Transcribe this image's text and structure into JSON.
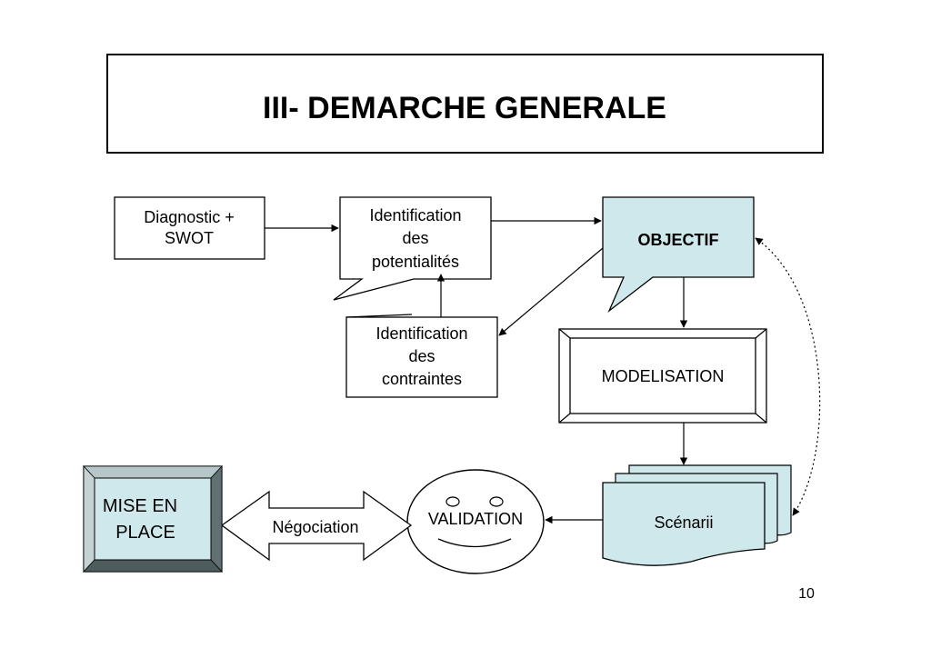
{
  "title": "III- DEMARCHE GENERALE",
  "page_number": "10",
  "colors": {
    "teal_fill": "#cfe8ec",
    "gray_fill": "#8a9a9c",
    "stroke": "#000000",
    "background": "#ffffff"
  },
  "nodes": {
    "diagnostic": {
      "lines": [
        "Diagnostic +",
        "SWOT"
      ]
    },
    "potentialites": {
      "lines": [
        "Identification",
        "des",
        "potentialités"
      ]
    },
    "objectif": {
      "label": "OBJECTIF"
    },
    "contraintes": {
      "lines": [
        "Identification",
        "des",
        "contraintes"
      ]
    },
    "modelisation": {
      "label": "MODELISATION"
    },
    "scenarii": {
      "label": "Scénarii"
    },
    "validation": {
      "label": "VALIDATION"
    },
    "negociation": {
      "label": "Négociation"
    },
    "mise_en_place": {
      "lines": [
        "MISE EN",
        "PLACE"
      ]
    }
  }
}
